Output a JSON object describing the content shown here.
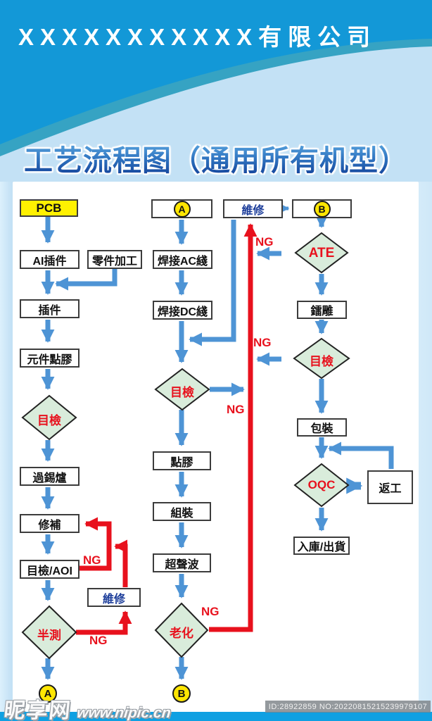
{
  "header": {
    "company": "XXXXXXXXXXX有限公司",
    "title": "工艺流程图（通用所有机型）"
  },
  "flow": {
    "nodes": {
      "pcb": "PCB",
      "ai_insert": "AI插件",
      "part_machining": "零件加工",
      "insert": "插件",
      "component_gluing": "元件點膠",
      "visual_inspect": "目檢",
      "wave_solder": "過錫爐",
      "touch_up": "修補",
      "aoi_inspect": "目檢/AOI",
      "maintenance": "維修",
      "semi_test": "半測",
      "solder_ac": "焊接AC綫",
      "solder_dc": "焊接DC綫",
      "gluing": "點膠",
      "assembly": "組裝",
      "ultrasonic": "超聲波",
      "burn_in": "老化",
      "ate": "ATE",
      "laser_mark": "鐳雕",
      "packing": "包裝",
      "oqc": "OQC",
      "rework": "返工",
      "warehouse_ship": "入庫/出貨"
    },
    "connectors": {
      "a": "A",
      "b": "B"
    },
    "ng_label": "NG"
  },
  "colors": {
    "header_blue": "#1398d7",
    "curve_teal": "#36a3c3",
    "light_blue": "#c3e1f5",
    "arrow_blue": "#4e94d5",
    "ng_red": "#e8111d",
    "diamond_green": "#d9ecdb",
    "node_yellow": "#fff101",
    "connector_yellow": "#ffe602",
    "maintenance_text_blue": "#1c3d9a",
    "footer_bar_blue": "#0fa0e2"
  },
  "footer": {
    "watermark_site": "昵享网",
    "watermark_url": "www.nipic.cn",
    "id_text": "ID:28922859 NO:20220815215239979107"
  }
}
